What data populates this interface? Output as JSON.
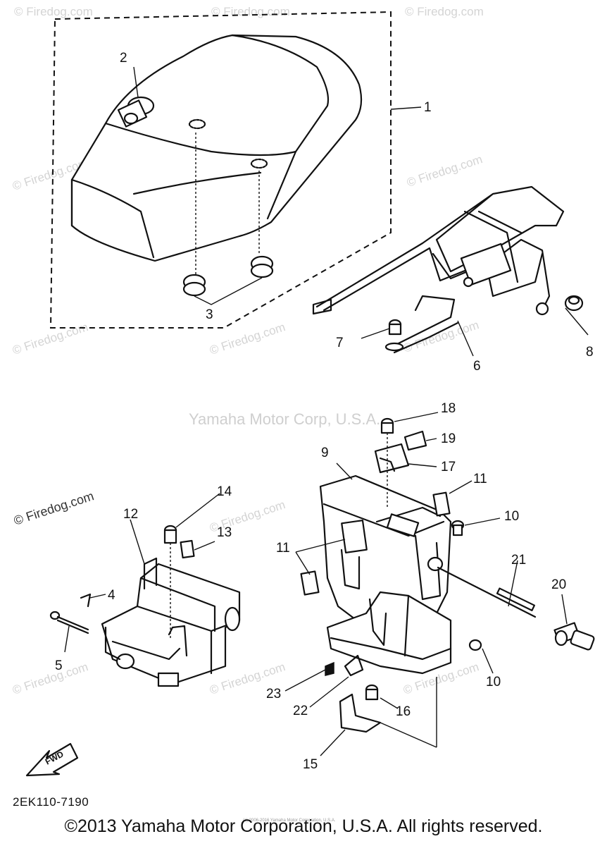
{
  "callouts": {
    "c1": "1",
    "c2": "2",
    "c3": "3",
    "c4": "4",
    "c5": "5",
    "c6": "6",
    "c7": "7",
    "c8": "8",
    "c9": "9",
    "c10a": "10",
    "c10b": "10",
    "c11a": "11",
    "c11b": "11",
    "c12": "12",
    "c13": "13",
    "c14": "14",
    "c15": "15",
    "c16": "16",
    "c17": "17",
    "c18": "18",
    "c19": "19",
    "c20": "20",
    "c21": "21",
    "c22": "22",
    "c23": "23"
  },
  "watermark": {
    "firedog": "© Firedog.com",
    "yamaha": "Yamaha Motor Corp, U.S.A."
  },
  "arrow_label": "FWD",
  "diagram_code": "2EK110-7190",
  "small_notice": "(c) 2006-2016 Yamaha Motor Corporation, U.S.A.",
  "copyright": "©2013 Yamaha Motor Corporation, U.S.A. All rights reserved."
}
